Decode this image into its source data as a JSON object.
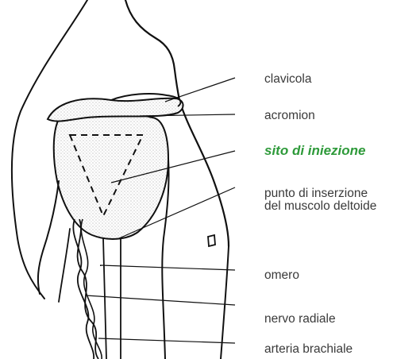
{
  "labels": {
    "clavicola": "clavicola",
    "acromion": "acromion",
    "sito": "sito di iniezione",
    "punto_line1": "punto di inserzione",
    "punto_line2": "del muscolo deltoide",
    "omero": "omero",
    "nervo": "nervo radiale",
    "arteria": "arteria brachiale"
  },
  "colors": {
    "highlight": "#2e9a3a",
    "label_text": "#3a3a3a",
    "ink": "#111111",
    "stipple_fill": "#e6e6e6"
  }
}
